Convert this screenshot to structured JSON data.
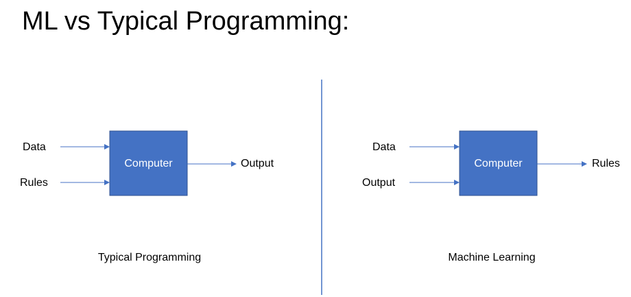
{
  "title": "ML vs Typical Programming:",
  "colors": {
    "box_fill": "#4472C4",
    "box_stroke": "#2F528F",
    "arrow": "#4472C4",
    "divider": "#4472C4"
  },
  "left_panel": {
    "inputs": [
      "Data",
      "Rules"
    ],
    "box_label": "Computer",
    "output": "Output",
    "caption": "Typical Programming"
  },
  "right_panel": {
    "inputs": [
      "Data",
      "Output"
    ],
    "box_label": "Computer",
    "output": "Rules",
    "caption": "Machine Learning"
  }
}
